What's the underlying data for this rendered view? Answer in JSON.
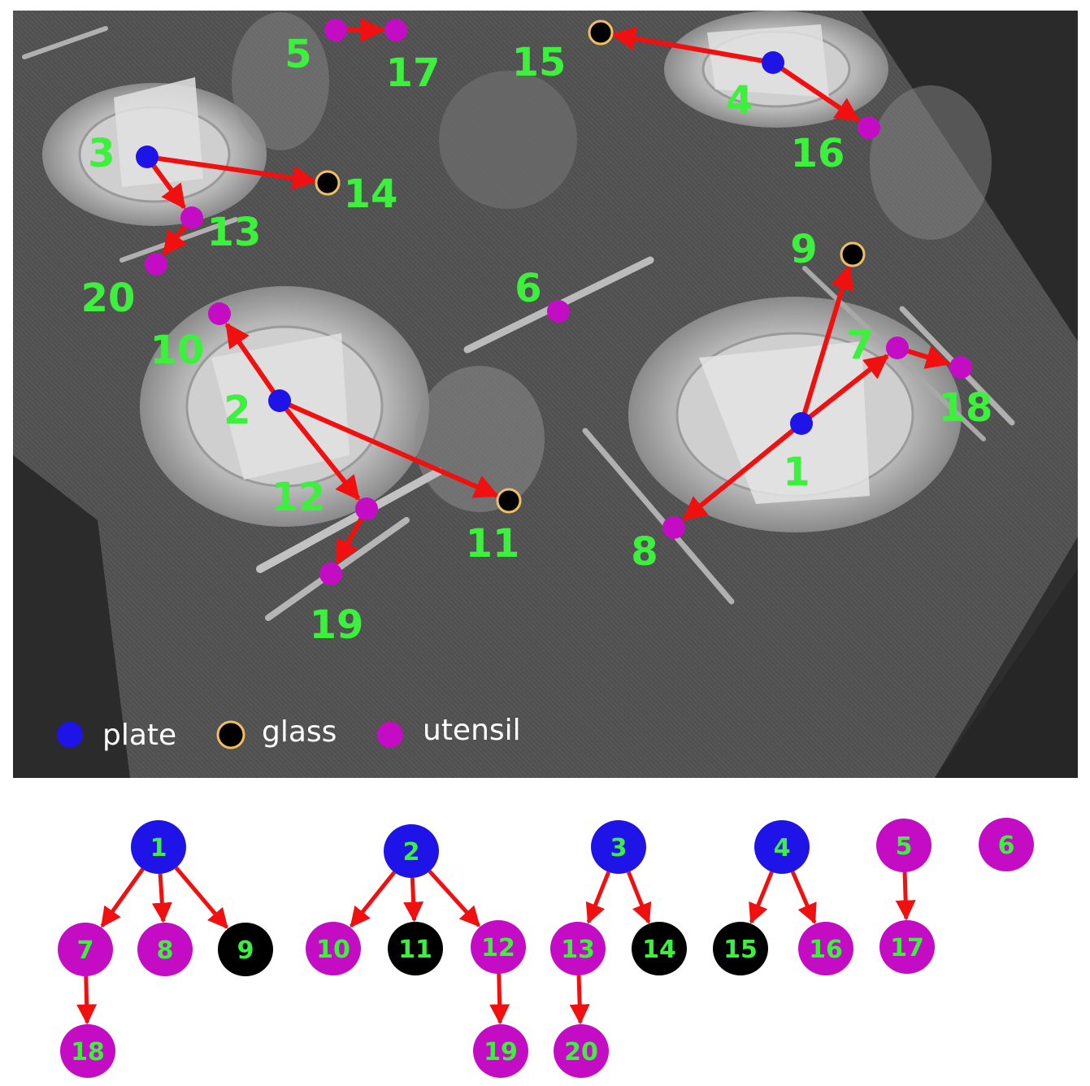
{
  "colors": {
    "plate": "#1e14e8",
    "glass_fill": "#000000",
    "glass_ring": "#f0c060",
    "utensil": "#c40cc4",
    "arrow": "#f01010",
    "label": "#3ef03e",
    "legend_text": "#ffffff",
    "photo_bg": "#4a4a4a"
  },
  "legend": [
    {
      "type": "plate",
      "label": "plate"
    },
    {
      "type": "glass",
      "label": "glass"
    },
    {
      "type": "utensil",
      "label": "utensil"
    }
  ],
  "scene": {
    "nodes": [
      {
        "id": "1",
        "type": "plate"
      },
      {
        "id": "2",
        "type": "plate"
      },
      {
        "id": "3",
        "type": "plate"
      },
      {
        "id": "4",
        "type": "plate"
      },
      {
        "id": "5",
        "type": "utensil"
      },
      {
        "id": "6",
        "type": "utensil"
      },
      {
        "id": "7",
        "type": "utensil"
      },
      {
        "id": "8",
        "type": "utensil"
      },
      {
        "id": "9",
        "type": "glass"
      },
      {
        "id": "10",
        "type": "utensil"
      },
      {
        "id": "11",
        "type": "glass"
      },
      {
        "id": "12",
        "type": "utensil"
      },
      {
        "id": "13",
        "type": "utensil"
      },
      {
        "id": "14",
        "type": "glass"
      },
      {
        "id": "15",
        "type": "glass"
      },
      {
        "id": "16",
        "type": "utensil"
      },
      {
        "id": "17",
        "type": "utensil"
      },
      {
        "id": "18",
        "type": "utensil"
      },
      {
        "id": "19",
        "type": "utensil"
      },
      {
        "id": "20",
        "type": "utensil"
      }
    ],
    "edges": [
      [
        "1",
        "9"
      ],
      [
        "1",
        "7"
      ],
      [
        "1",
        "8"
      ],
      [
        "7",
        "18"
      ],
      [
        "2",
        "10"
      ],
      [
        "2",
        "11"
      ],
      [
        "2",
        "12"
      ],
      [
        "12",
        "19"
      ],
      [
        "3",
        "13"
      ],
      [
        "3",
        "14"
      ],
      [
        "13",
        "20"
      ],
      [
        "4",
        "15"
      ],
      [
        "4",
        "16"
      ],
      [
        "5",
        "17"
      ]
    ]
  },
  "trees": [
    {
      "root": "1",
      "children": [
        {
          "id": "7",
          "children": [
            {
              "id": "18"
            }
          ]
        },
        {
          "id": "8"
        },
        {
          "id": "9"
        }
      ]
    },
    {
      "root": "2",
      "children": [
        {
          "id": "10"
        },
        {
          "id": "11"
        },
        {
          "id": "12",
          "children": [
            {
              "id": "19"
            }
          ]
        }
      ]
    },
    {
      "root": "3",
      "children": [
        {
          "id": "13",
          "children": [
            {
              "id": "20"
            }
          ]
        },
        {
          "id": "14"
        }
      ]
    },
    {
      "root": "4",
      "children": [
        {
          "id": "15"
        },
        {
          "id": "16"
        }
      ]
    },
    {
      "root": "5",
      "children": [
        {
          "id": "17"
        }
      ]
    },
    {
      "root": "6",
      "children": []
    }
  ]
}
